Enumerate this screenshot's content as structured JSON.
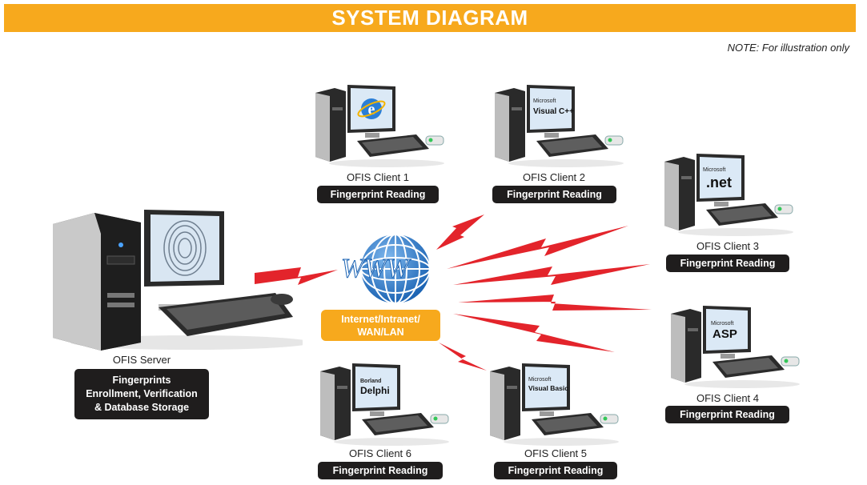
{
  "header": {
    "title": "SYSTEM DIAGRAM",
    "note": "NOTE: For illustration only"
  },
  "colors": {
    "accent": "#f7a91d",
    "badge": "#1f1d1d",
    "lightning": "#e3242b"
  },
  "server": {
    "name": "OFIS Server",
    "role_lines": [
      "Fingerprints",
      "Enrollment, Verification",
      "& Database Storage"
    ],
    "screen_icon": "fingerprint-icon"
  },
  "network": {
    "label_lines": [
      "Internet/Intranet/",
      "WAN/LAN"
    ],
    "globe_text": "WWW",
    "icon": "globe-icon"
  },
  "clients": [
    {
      "name": "OFIS Client 1",
      "role": "Fingerprint Reading",
      "screen_icon": "internet-explorer-icon"
    },
    {
      "name": "OFIS Client 2",
      "role": "Fingerprint Reading",
      "screen_icon": "visual-cpp-icon",
      "screen_text_small": "Microsoft",
      "screen_text_big": "Visual C++"
    },
    {
      "name": "OFIS Client 3",
      "role": "Fingerprint Reading",
      "screen_icon": "dotnet-icon",
      "screen_text_small": "Microsoft",
      "screen_text_big": ".net"
    },
    {
      "name": "OFIS Client 4",
      "role": "Fingerprint Reading",
      "screen_icon": "asp-icon",
      "screen_text_small": "Microsoft",
      "screen_text_big": "ASP"
    },
    {
      "name": "OFIS Client 5",
      "role": "Fingerprint Reading",
      "screen_icon": "visual-basic-icon",
      "screen_text_small": "Microsoft",
      "screen_text_big": "Visual Basic"
    },
    {
      "name": "OFIS Client 6",
      "role": "Fingerprint Reading",
      "screen_icon": "delphi-icon",
      "screen_text_small": "Borland",
      "screen_text_big": "Delphi"
    }
  ]
}
